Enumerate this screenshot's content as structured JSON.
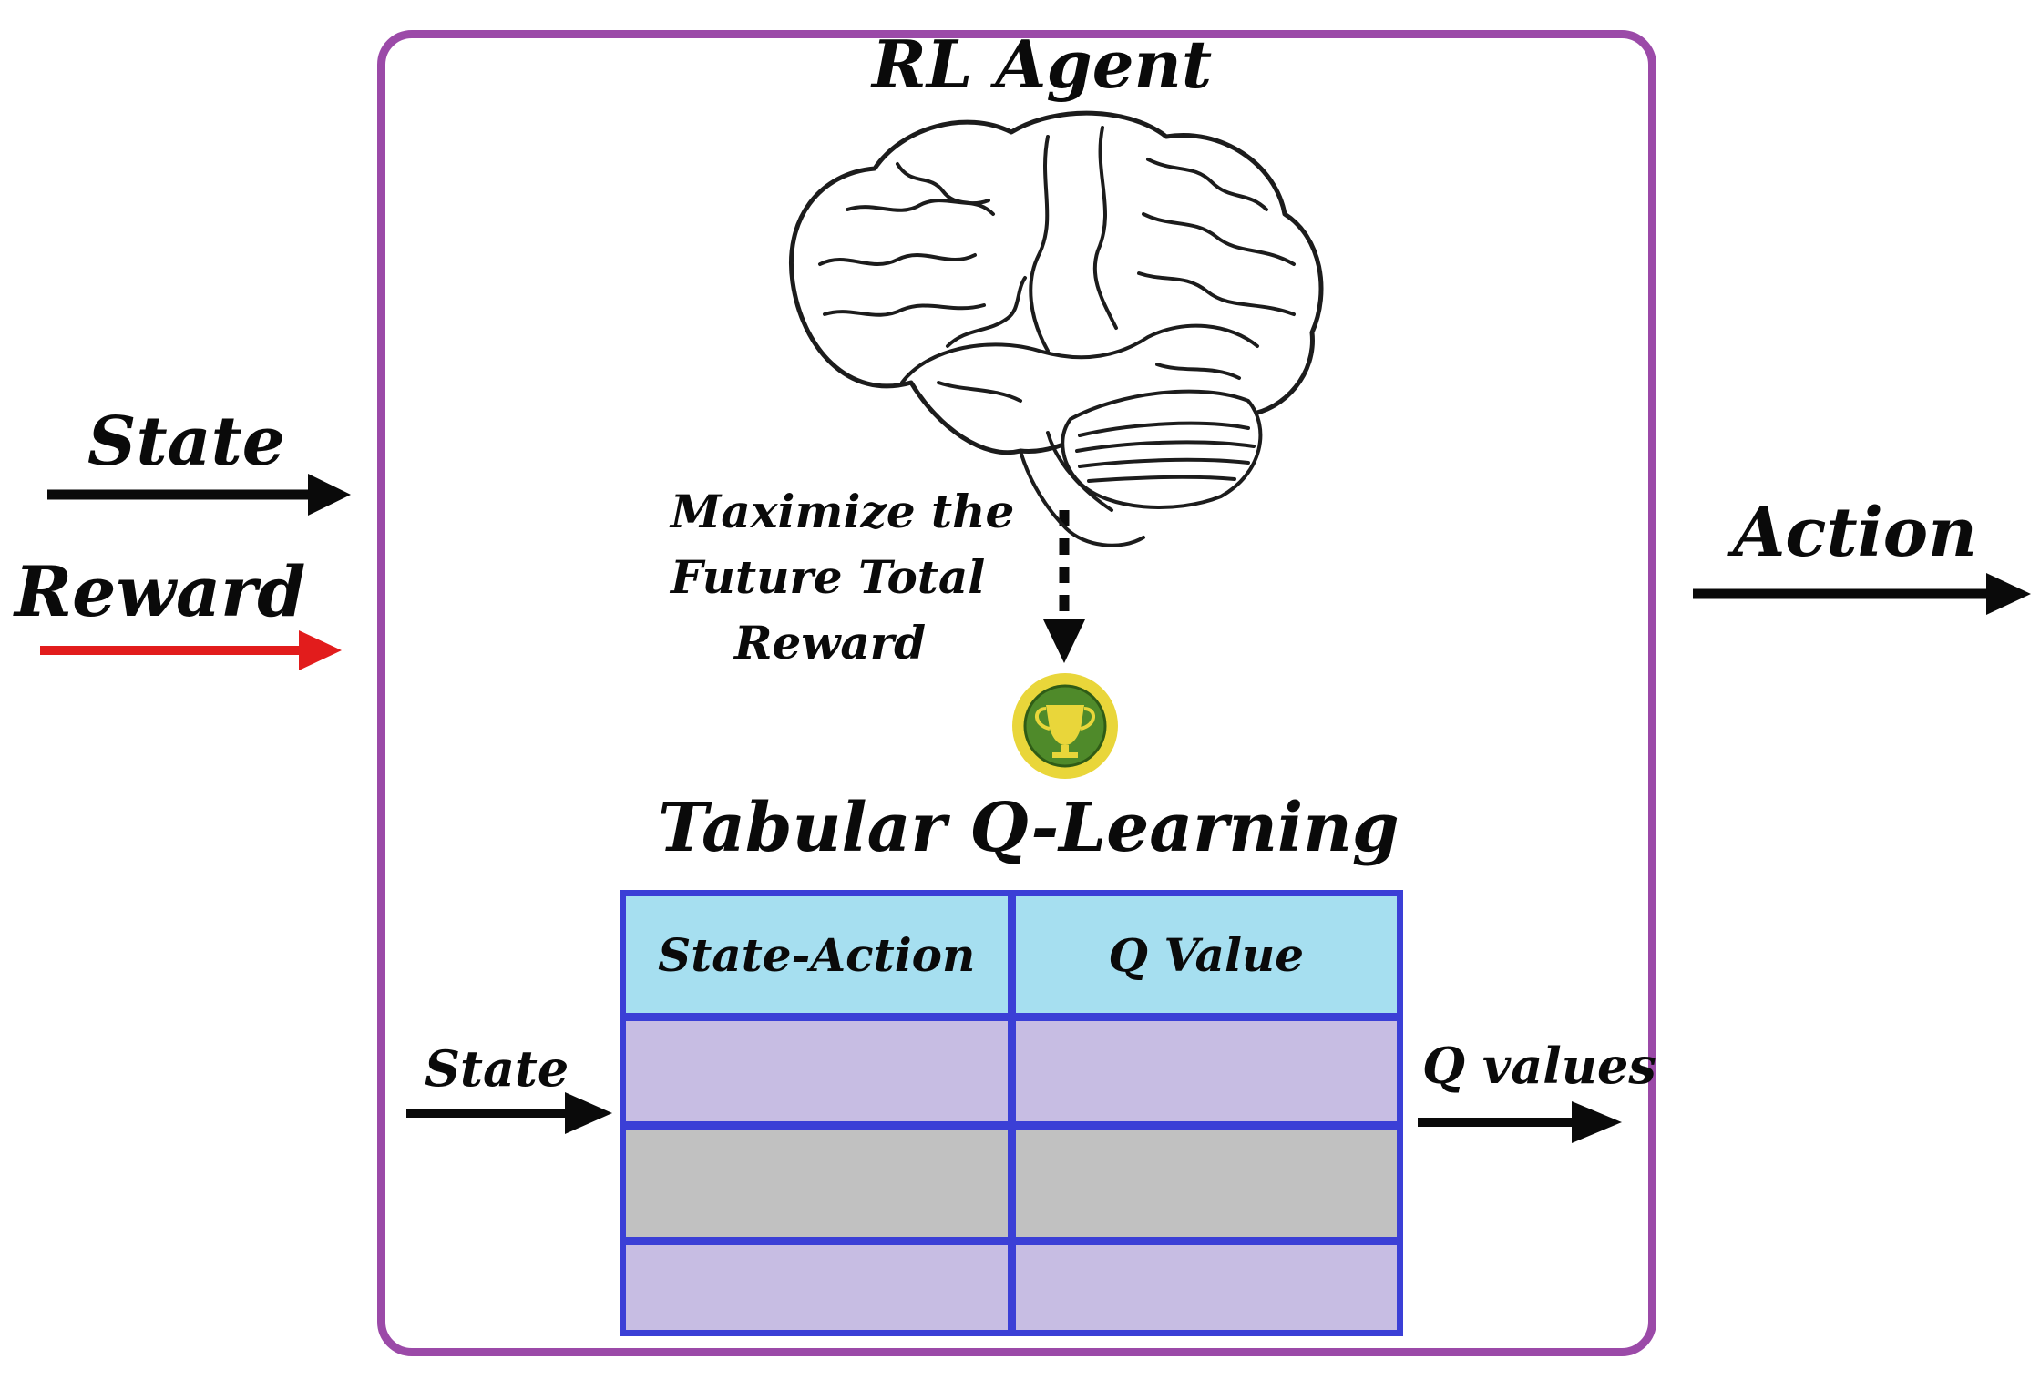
{
  "diagram": {
    "agent_title": "RL Agent",
    "input_state": "State",
    "input_reward": "Reward",
    "output_action": "Action",
    "objective": [
      "Maximize the",
      "Future Total",
      "Reward"
    ],
    "table_title": "Tabular Q-Learning",
    "table_input": "State",
    "table_output": "Q values",
    "table": {
      "headers": [
        "State-Action",
        "Q Value"
      ],
      "rows": [
        [
          "",
          ""
        ],
        [
          "",
          ""
        ],
        [
          "",
          ""
        ]
      ]
    },
    "icons": [
      "brain-icon",
      "trophy-medal-icon"
    ]
  },
  "colors": {
    "agent_border": "#9b4aa8",
    "reward_arrow": "#e21c1c",
    "arrow": "#0a0a0a",
    "table_border": "#3b3fd6",
    "header_fill": "#a6dff0",
    "row_fill_1": "#c7bde3",
    "row_fill_2": "#c1c1c1",
    "medal_outer": "#e9d63a",
    "medal_inner": "#4f8a2a"
  }
}
